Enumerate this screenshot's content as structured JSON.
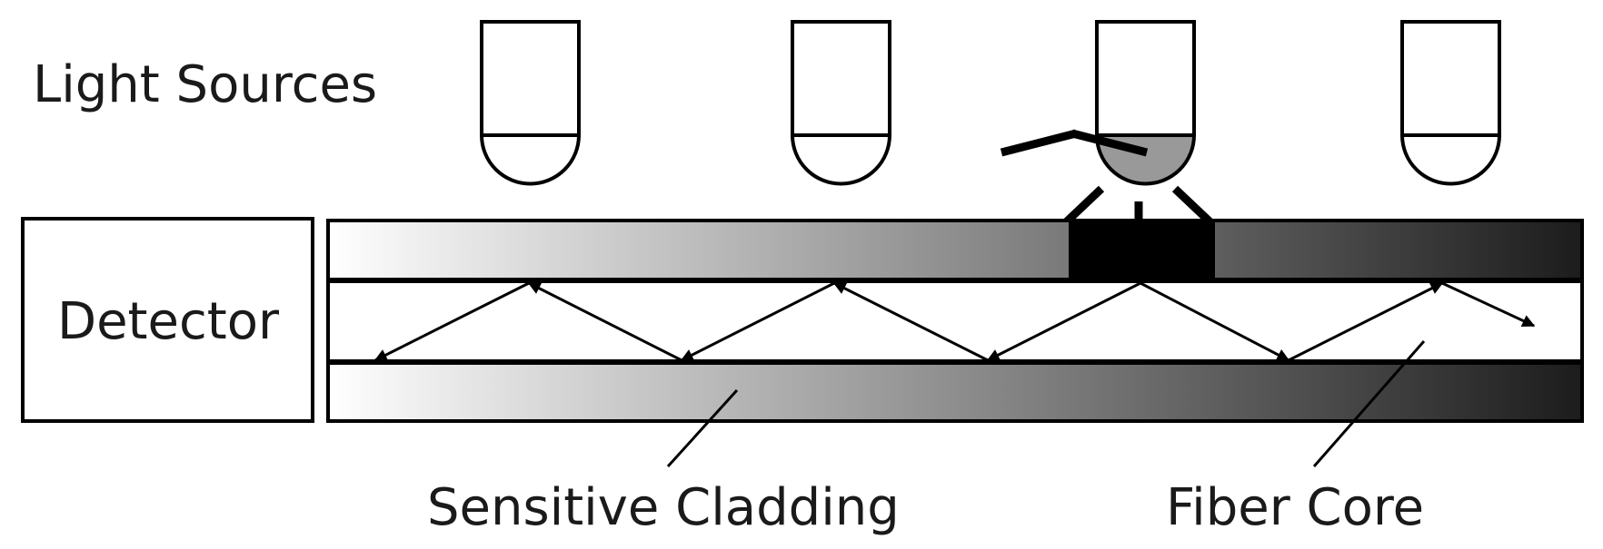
{
  "labels": {
    "light_sources": "Light Sources",
    "detector": "Detector",
    "sensitive_cladding": "Sensitive Cladding",
    "fiber_core": "Fiber Core"
  },
  "light_sources": [
    {
      "active": false
    },
    {
      "active": false
    },
    {
      "active": true
    },
    {
      "active": false
    }
  ],
  "colors": {
    "stroke": "#000000",
    "cladding_gradient_start": "#ffffff",
    "cladding_gradient_end": "#1c1c1c",
    "active_lens": "#999999",
    "sensing_spot": "#000000"
  }
}
